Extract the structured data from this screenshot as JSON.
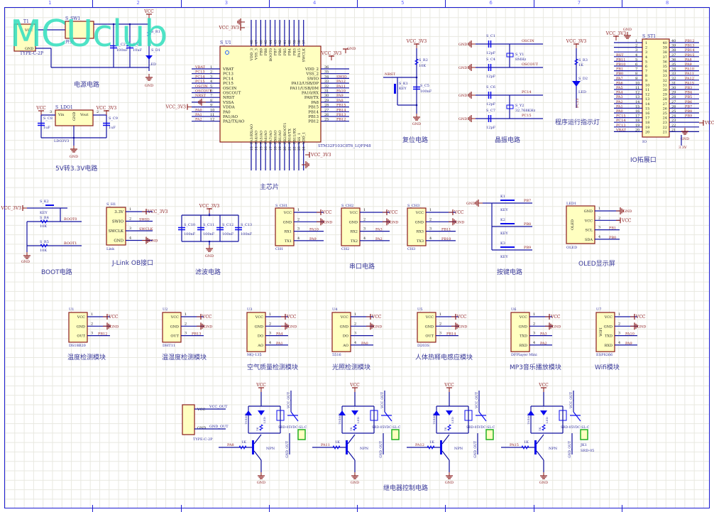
{
  "watermark": "MCUclub",
  "zones": [
    "1",
    "2",
    "3",
    "4",
    "5",
    "6",
    "7",
    "8"
  ],
  "sections": {
    "power": "电源电路",
    "mcu": "主芯片",
    "reset": "复位电路",
    "crystal": "晶振电路",
    "led_indicator": "程序运行指示灯",
    "io_header": "IO拓展口",
    "ldo": "5V转3.3V电路",
    "boot": "BOOT电路",
    "jlink": "J-Link OB接口",
    "filter": "滤波电路",
    "uart": "串口电路",
    "keys": "按键电路",
    "oled": "OLED显示屏",
    "temp": "温度检测模块",
    "temp_hum": "温湿度检测模块",
    "air": "空气质量检测模块",
    "light": "光照检测模块",
    "pir": "人体热释电感应模块",
    "mp3": "MP3音乐播放模块",
    "wifi": "Wifi模块",
    "relay": "继电器控制电路"
  },
  "power": {
    "connector_ref": "T1",
    "connector_type": "TYPE-C-2P",
    "connector_pins": [
      "VCC",
      "GND"
    ],
    "switch_ref": "S_SW1",
    "switch_label": "开关",
    "cap_c2": "S_C2",
    "cap_c2_val": "100nF",
    "cap_c3": "S_C3",
    "cap_c3_val": "10uF",
    "resistor": "S_R1",
    "led": "S_D1",
    "led_label": "LED",
    "vcc": "VCC",
    "gnd": "GND"
  },
  "mcu": {
    "ref": "S_U1",
    "part": "STM32F103C8T6_LQFP48",
    "left_pins": [
      {
        "num": "1",
        "name": "VBAT",
        "net": "VBAT"
      },
      {
        "num": "2",
        "name": "PC13",
        "net": "PC13"
      },
      {
        "num": "3",
        "name": "PC14",
        "net": "PC14"
      },
      {
        "num": "4",
        "name": "PC15",
        "net": "PC15"
      },
      {
        "num": "5",
        "name": "OSCIN",
        "net": "OSCIN"
      },
      {
        "num": "6",
        "name": "OSCOUT",
        "net": "OSCOUT"
      },
      {
        "num": "7",
        "name": "NRST",
        "net": "NRST"
      },
      {
        "num": "8",
        "name": "VSSA",
        "net": "GND"
      },
      {
        "num": "9",
        "name": "VDDA",
        "net": "VCC_3V3"
      },
      {
        "num": "10",
        "name": "PA0",
        "net": "PA0"
      },
      {
        "num": "11",
        "name": "PA1/AO",
        "net": "PA1"
      },
      {
        "num": "12",
        "name": "PA2/TX/AO",
        "net": "PA2"
      }
    ],
    "right_pins": [
      {
        "num": "36",
        "name": "VDD_2",
        "net": "VCC_3V3"
      },
      {
        "num": "35",
        "name": "VSS_2",
        "net": "GND"
      },
      {
        "num": "34",
        "name": "SWIO",
        "net": "SWIO"
      },
      {
        "num": "33",
        "name": "PA12/USB/DP",
        "net": "PA12"
      },
      {
        "num": "32",
        "name": "PA11/USB/DM",
        "net": "PA11"
      },
      {
        "num": "31",
        "name": "PA10/RX",
        "net": "PA10"
      },
      {
        "num": "30",
        "name": "PA9/TX",
        "net": "PA9"
      },
      {
        "num": "29",
        "name": "PA8",
        "net": "PA8"
      },
      {
        "num": "28",
        "name": "PB15",
        "net": "PB15"
      },
      {
        "num": "27",
        "name": "PB14",
        "net": "PB14"
      },
      {
        "num": "26",
        "name": "PB13",
        "net": "PB13"
      },
      {
        "num": "25",
        "name": "PB12",
        "net": "PB12"
      }
    ],
    "top_pins": [
      {
        "num": "48",
        "name": "VDD_3"
      },
      {
        "num": "47",
        "name": "VSS_3"
      },
      {
        "num": "46",
        "name": "PB9"
      },
      {
        "num": "45",
        "name": "PB8"
      },
      {
        "num": "44",
        "name": "BOOT0"
      },
      {
        "num": "43",
        "name": "PB7"
      },
      {
        "num": "42",
        "name": "PB6"
      },
      {
        "num": "41",
        "name": "PB5"
      },
      {
        "num": "40",
        "name": "PB4"
      },
      {
        "num": "39",
        "name": "PB3"
      },
      {
        "num": "38",
        "name": "PA15"
      },
      {
        "num": "37",
        "name": "SWCLK"
      }
    ],
    "bottom_pins": [
      {
        "num": "13",
        "name": "PA3/RX/AO"
      },
      {
        "num": "14",
        "name": "PA4/AO"
      },
      {
        "num": "15",
        "name": "PA5/AO"
      },
      {
        "num": "16",
        "name": "PA6/AO"
      },
      {
        "num": "17",
        "name": "PA7/AO"
      },
      {
        "num": "18",
        "name": "PB0/AO"
      },
      {
        "num": "19",
        "name": "PB1/AO"
      },
      {
        "num": "20",
        "name": "PB2/BOOT1"
      },
      {
        "num": "21",
        "name": "PB10/TX"
      },
      {
        "num": "22",
        "name": "PB11/RX"
      },
      {
        "num": "23",
        "name": "VSS_1"
      },
      {
        "num": "24",
        "name": "VDD_1"
      }
    ],
    "vcc_3v3": "VCC_3V3",
    "gnd": "GND"
  },
  "reset": {
    "vcc": "VCC_3V3",
    "r": "S_R2",
    "r_val": "10K",
    "net": "NRST",
    "key": "S_K1",
    "key_label": "KEY",
    "cap": "S_C5",
    "cap_val": "100nF",
    "gnd": "GND"
  },
  "crystal": {
    "caps": [
      {
        "ref": "S_C1",
        "val": "12pF"
      },
      {
        "ref": "S_C4",
        "val": "12pF"
      },
      {
        "ref": "S_C6",
        "val": "12pF"
      },
      {
        "ref": "S_C7",
        "val": "12pF"
      }
    ],
    "y1": "S_Y1",
    "y1_val": "8MHz",
    "y2": "S_Y2",
    "y2_val": "32.768KHz",
    "nets": [
      "OSCIN",
      "OSCOUT",
      "PC14",
      "PC15"
    ],
    "gnd": "GND"
  },
  "led_indicator": {
    "vcc": "VCC_3V3",
    "r": "S_R3",
    "r_val": "1K",
    "led": "S_D2",
    "led_label": "LED",
    "net": "PC13"
  },
  "io_header": {
    "ref": "S_ST1",
    "label": "IO",
    "left": [
      {
        "num": "1",
        "net": "VCC_3V3"
      },
      {
        "num": "2",
        "net": ""
      },
      {
        "num": "3",
        "net": ""
      },
      {
        "num": "4",
        "net": "RST"
      },
      {
        "num": "5",
        "net": "PB11"
      },
      {
        "num": "6",
        "net": "PB10"
      },
      {
        "num": "7",
        "net": "PB1"
      },
      {
        "num": "8",
        "net": "PB0"
      },
      {
        "num": "9",
        "net": "PA7"
      },
      {
        "num": "10",
        "net": "PA6"
      },
      {
        "num": "11",
        "net": "PA5"
      },
      {
        "num": "12",
        "net": "PA4"
      },
      {
        "num": "13",
        "net": "PA3"
      },
      {
        "num": "14",
        "net": "PA2"
      },
      {
        "num": "15",
        "net": "PA1"
      },
      {
        "num": "16",
        "net": "PA0"
      },
      {
        "num": "17",
        "net": "PC15"
      },
      {
        "num": "18",
        "net": "PC14"
      },
      {
        "num": "19",
        "net": "PC13"
      },
      {
        "num": "20",
        "net": "VBAT"
      }
    ],
    "right": [
      {
        "num": "40",
        "net": "PB12"
      },
      {
        "num": "39",
        "net": "PB13"
      },
      {
        "num": "38",
        "net": "PB14"
      },
      {
        "num": "37",
        "net": "PB15"
      },
      {
        "num": "36",
        "net": "PA8"
      },
      {
        "num": "35",
        "net": "PA9"
      },
      {
        "num": "34",
        "net": "PA10"
      },
      {
        "num": "33",
        "net": "PA11"
      },
      {
        "num": "32",
        "net": "PA12"
      },
      {
        "num": "31",
        "net": "PA15"
      },
      {
        "num": "30",
        "net": "PB3"
      },
      {
        "num": "29",
        "net": "PB4"
      },
      {
        "num": "28",
        "net": "PB5"
      },
      {
        "num": "27",
        "net": "PB6"
      },
      {
        "num": "26",
        "net": "PB7"
      },
      {
        "num": "25",
        "net": "PB8"
      },
      {
        "num": "24",
        "net": "PB9"
      },
      {
        "num": "23",
        "net": "VCC"
      },
      {
        "num": "22",
        "net": "GND"
      },
      {
        "num": "21",
        "net": "3.3V"
      }
    ],
    "gnd": "GND",
    "vcc": "VCC",
    "v33": "3.3V"
  },
  "ldo": {
    "ref": "S_LDO1",
    "part": "LDO3V3",
    "pin_in": "Vin",
    "pin_out": "Vout",
    "pin_gnd": "GND",
    "c8": "S_C8",
    "c8_val": "1uF",
    "c9": "S_C9",
    "c9_val": "1uF",
    "vin": "VCC",
    "vout": "VCC_3V3",
    "gnd": "GND",
    "pin3": "3",
    "pin2": "2",
    "pin1": "1"
  },
  "boot": {
    "vcc": "VCC_3V3",
    "key": "S_K2",
    "key_label": "KEY",
    "r4": "S_R4",
    "r4_val": "10K",
    "r5": "S_R5",
    "r5_val": "10K",
    "net0": "BOOT0",
    "net1": "BOOT1",
    "gnd": "GND"
  },
  "jlink": {
    "ref": "S_H1",
    "label": "Link",
    "pins": [
      {
        "num": "1",
        "name": "3.3V",
        "net": "VCC_3V3"
      },
      {
        "num": "2",
        "name": "SWIO",
        "net": "SWIO"
      },
      {
        "num": "3",
        "name": "SWCLK",
        "net": "SWCLK"
      },
      {
        "num": "4",
        "name": "GND",
        "net": "GND"
      }
    ]
  },
  "filter": {
    "vcc": "VCC_3V3",
    "gnd": "GND",
    "caps": [
      {
        "ref": "S_C10",
        "val": "100nF"
      },
      {
        "ref": "S_C11",
        "val": "100nF"
      },
      {
        "ref": "S_C12",
        "val": "100nF"
      },
      {
        "ref": "S_C13",
        "val": "100nF"
      }
    ]
  },
  "uart": [
    {
      "ref": "S_CH1",
      "label": "CH1",
      "pins": [
        {
          "num": "1",
          "name": "VCC",
          "net": "VCC"
        },
        {
          "num": "2",
          "name": "GND",
          "net": "GND"
        },
        {
          "num": "3",
          "name": "RX1",
          "net": "PA10"
        },
        {
          "num": "4",
          "name": "TX1",
          "net": "PA9"
        }
      ]
    },
    {
      "ref": "S_CH2",
      "label": "CH2",
      "pins": [
        {
          "num": "1",
          "name": "VCC",
          "net": "VCC"
        },
        {
          "num": "2",
          "name": "GND",
          "net": "GND"
        },
        {
          "num": "3",
          "name": "RX2",
          "net": "PA3"
        },
        {
          "num": "4",
          "name": "TX2",
          "net": "PA2"
        }
      ]
    },
    {
      "ref": "S_CH3",
      "label": "CH3",
      "pins": [
        {
          "num": "1",
          "name": "VCC",
          "net": "VCC"
        },
        {
          "num": "2",
          "name": "GND",
          "net": "GND"
        },
        {
          "num": "3",
          "name": "RX3",
          "net": "PB11"
        },
        {
          "num": "4",
          "name": "TX3",
          "net": "PB10"
        }
      ]
    }
  ],
  "keys": {
    "gnd": "GND",
    "items": [
      {
        "ref": "K1",
        "label": "KEY",
        "net": "PB7"
      },
      {
        "ref": "K2",
        "label": "KEY",
        "net": "PB8"
      },
      {
        "ref": "K3",
        "label": "KEY",
        "net": "PB9"
      }
    ]
  },
  "oled": {
    "ref": "LED1",
    "label": "OLED",
    "body": "OLED",
    "pins": [
      {
        "num": "1",
        "name": "GND",
        "net": "GND"
      },
      {
        "num": "2",
        "name": "VCC",
        "net": "VCC"
      },
      {
        "num": "3",
        "name": "SCL",
        "net": "PB1"
      },
      {
        "num": "4",
        "name": "SDA",
        "net": "PB0"
      }
    ]
  },
  "modules": [
    {
      "ref": "U1",
      "part": "DS18B20",
      "section": "temp",
      "pins": [
        {
          "num": "1",
          "name": "VCC",
          "net": "VCC"
        },
        {
          "num": "2",
          "name": "GND",
          "net": "GND"
        },
        {
          "num": "3",
          "name": "OUT",
          "net": "PB12"
        }
      ]
    },
    {
      "ref": "U2",
      "part": "DHT11",
      "section": "temp_hum",
      "pins": [
        {
          "num": "1",
          "name": "VCC",
          "net": "VCC"
        },
        {
          "num": "2",
          "name": "GND",
          "net": "GND"
        },
        {
          "num": "3",
          "name": "OUT",
          "net": "PB13"
        }
      ]
    },
    {
      "ref": "U3",
      "part": "MQ-135",
      "section": "air",
      "pins": [
        {
          "num": "1",
          "name": "VCC",
          "net": "VCC"
        },
        {
          "num": "2",
          "name": "GND",
          "net": "GND"
        },
        {
          "num": "3",
          "name": "DO",
          "net": "PA4"
        },
        {
          "num": "4",
          "name": "AO",
          "net": "PA1"
        }
      ]
    },
    {
      "ref": "U4",
      "part": "5516",
      "section": "light",
      "pins": [
        {
          "num": "1",
          "name": "VCC",
          "net": "VCC"
        },
        {
          "num": "2",
          "name": "GND",
          "net": "GND"
        },
        {
          "num": "3",
          "name": "DO",
          "net": ""
        },
        {
          "num": "4",
          "name": "AO",
          "net": "PA0"
        }
      ]
    },
    {
      "ref": "U5",
      "part": "D203S",
      "section": "pir",
      "pins": [
        {
          "num": "1",
          "name": "VCC",
          "net": "VCC"
        },
        {
          "num": "2",
          "name": "GND",
          "net": "GND"
        },
        {
          "num": "3",
          "name": "OUT",
          "net": "PB14"
        }
      ]
    },
    {
      "ref": "U6",
      "part": "DFPlayer Mini",
      "section": "mp3",
      "pins": [
        {
          "num": "1",
          "name": "VCC",
          "net": "VCC"
        },
        {
          "num": "2",
          "name": "GND",
          "net": "GND"
        },
        {
          "num": "3",
          "name": "TXD",
          "net": "PA3"
        },
        {
          "num": "4",
          "name": "RXD",
          "net": "PA2"
        }
      ]
    },
    {
      "ref": "U7",
      "part": "ESP8266",
      "section": "wifi",
      "body": "WIFI",
      "pins": [
        {
          "num": "1",
          "name": "VCC",
          "net": "VCC"
        },
        {
          "num": "2",
          "name": "GND",
          "net": "GND"
        },
        {
          "num": "3",
          "name": "TXD",
          "net": "PA10"
        },
        {
          "num": "4",
          "name": "RXD",
          "net": "PA9"
        }
      ]
    }
  ],
  "relay": {
    "input_connector": {
      "type": "TYPE-C-2P",
      "pins": [
        "VCC",
        "GND"
      ],
      "out_vcc": "VCC_OUT",
      "out_gnd": "GND_OUT"
    },
    "channels": [
      {
        "net": "PA8"
      },
      {
        "net": "PA11"
      },
      {
        "net": "PA12"
      },
      {
        "net": "PA15"
      }
    ],
    "diode": "1N4007",
    "led": "LED",
    "r_led": "1K",
    "r_base": "1K",
    "transistor": "NPN",
    "relay_part": "SRD-05VDC-SL-C",
    "vcc": "VCC",
    "gnd": "GND",
    "vcc_out": "VCC_OUT",
    "gnd_out": "GND_OUT",
    "jk_ref": "JK1",
    "jk_part": "SRD-05"
  }
}
